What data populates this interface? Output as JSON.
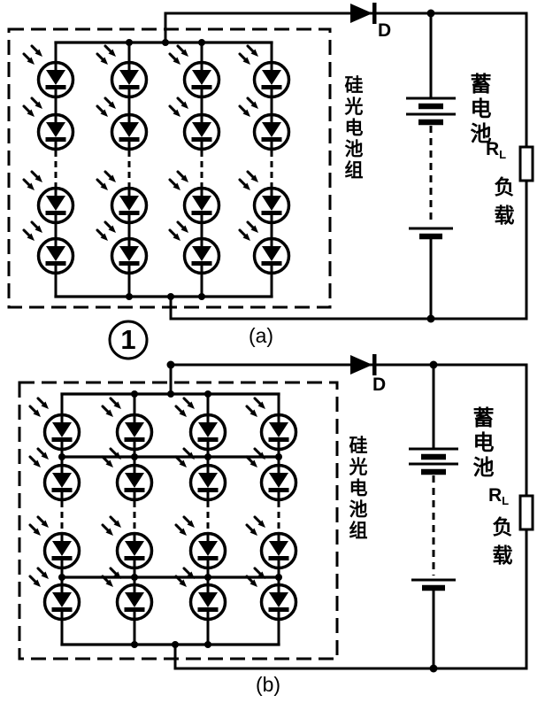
{
  "colors": {
    "ink": "#000000",
    "paper": "#ffffff"
  },
  "panels": {
    "a": {
      "caption": "(a)",
      "marker_number": "1",
      "array_label": "硅光电池组",
      "diode_label": "D",
      "battery_label": "蓄电池",
      "resistor_label": "R",
      "resistor_subscript": "L",
      "load_label": "负载"
    },
    "b": {
      "caption": "(b)",
      "array_label": "硅光电池组",
      "diode_label": "D",
      "battery_label": "蓄电池",
      "resistor_label": "R",
      "resistor_subscript": "L",
      "load_label": "负载"
    }
  }
}
